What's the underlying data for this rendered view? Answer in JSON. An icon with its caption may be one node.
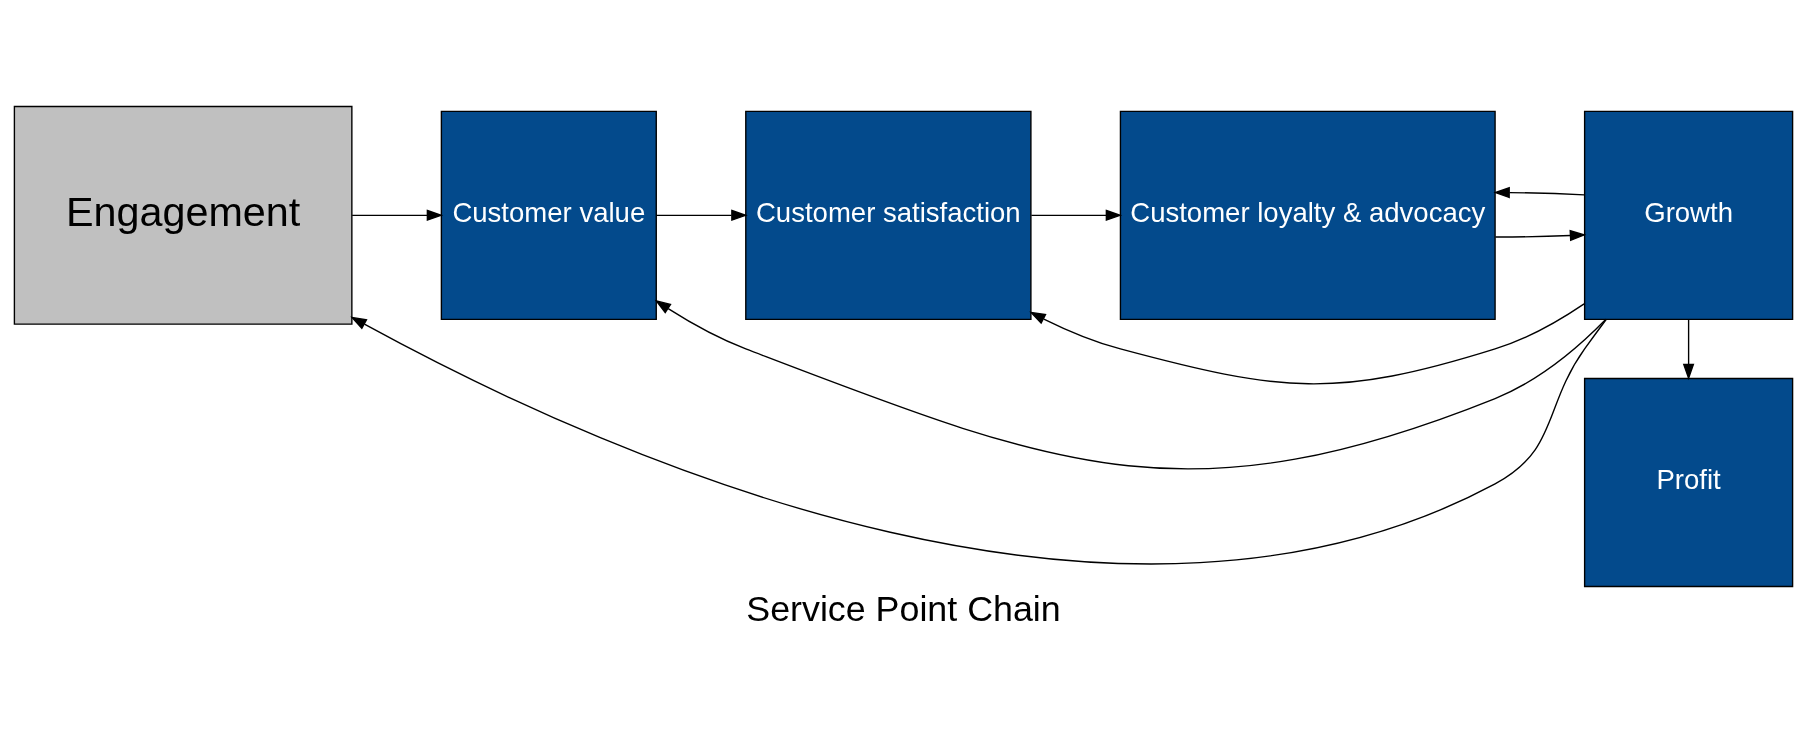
{
  "diagram": {
    "caption": "Service Point Chain",
    "nodes": [
      {
        "text": [
          "Engagement"
        ]
      },
      {
        "text": [
          "Customer value"
        ]
      },
      {
        "text": [
          "Customer satisfaction"
        ]
      },
      {
        "text": [
          "Customer loyalty & advocacy"
        ]
      },
      {
        "text": [
          "Profit"
        ]
      },
      {
        "text": [
          "Growth"
        ]
      }
    ],
    "edges": [
      {
        "from": 0,
        "to": 1,
        "arrow": "to"
      },
      {
        "from": 1,
        "to": 2,
        "arrow": "to"
      },
      {
        "from": 2,
        "to": 3,
        "arrow": "to"
      },
      {
        "from": 3,
        "to": 5,
        "arrow": "to"
      },
      {
        "from": 5,
        "to": 4,
        "arrow": "to"
      },
      {
        "from": 5,
        "to": 0,
        "arrow": "to"
      },
      {
        "from": 5,
        "to": 1,
        "arrow": "to"
      },
      {
        "from": 5,
        "to": 2,
        "arrow": "to"
      },
      {
        "from": 5,
        "to": 3,
        "arrow": "to"
      }
    ]
  }
}
